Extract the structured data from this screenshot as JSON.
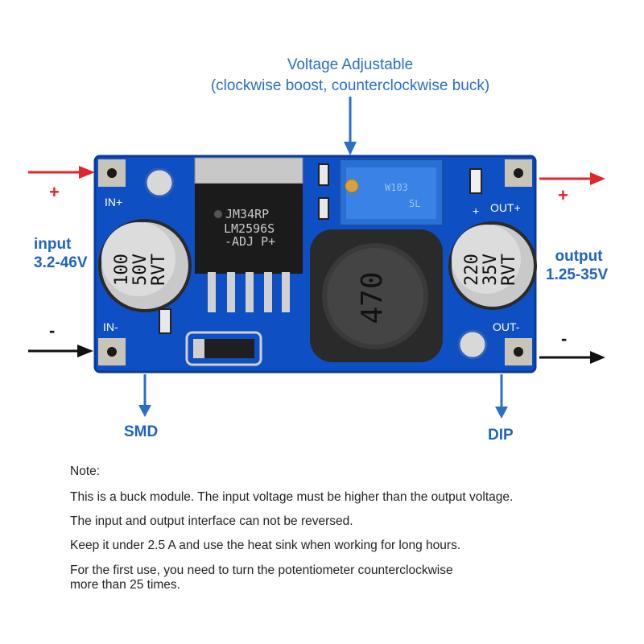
{
  "callout": {
    "line1": "Voltage Adjustable",
    "line2": "(clockwise boost, counterclockwise buck)"
  },
  "input": {
    "label": "input",
    "range": "3.2-46V"
  },
  "output": {
    "label": "output",
    "range": "1.25-35V"
  },
  "signs": {
    "plus": "+",
    "minus": "-"
  },
  "callouts": {
    "smd": "SMD",
    "dip": "DIP"
  },
  "board": {
    "pins": {
      "in_plus": "IN+",
      "in_minus": "IN-",
      "out_plus": "OUT+",
      "out_minus": "OUT-"
    },
    "regulator": {
      "line1": "JM34RP",
      "line2": "LM2596S",
      "line3": "-ADJ P+"
    },
    "cap_in": {
      "value": "100",
      "voltage": "50V",
      "series": "RVT"
    },
    "cap_out": {
      "value": "220",
      "voltage": "35V",
      "series": "RVT"
    },
    "inductor": "470",
    "pot": {
      "code": "W103",
      "suffix": "5L"
    }
  },
  "notes": {
    "heading": "Note:",
    "items": [
      "This is a buck module. The input voltage must be higher than the output voltage.",
      "The input and output interface can not be reversed.",
      "Keep it under 2.5 A and use the heat sink when working for long hours.",
      "For the first use, you need to turn the potentiometer counterclockwise",
      "more than 25 times."
    ]
  },
  "colors": {
    "pcb": "#0f4fc4",
    "pcb_dark": "#0a3a9a",
    "accent_blue": "#2a6fc9",
    "arrow_red": "#e0262a",
    "arrow_black": "#111111",
    "pad": "#c9c4b8"
  }
}
